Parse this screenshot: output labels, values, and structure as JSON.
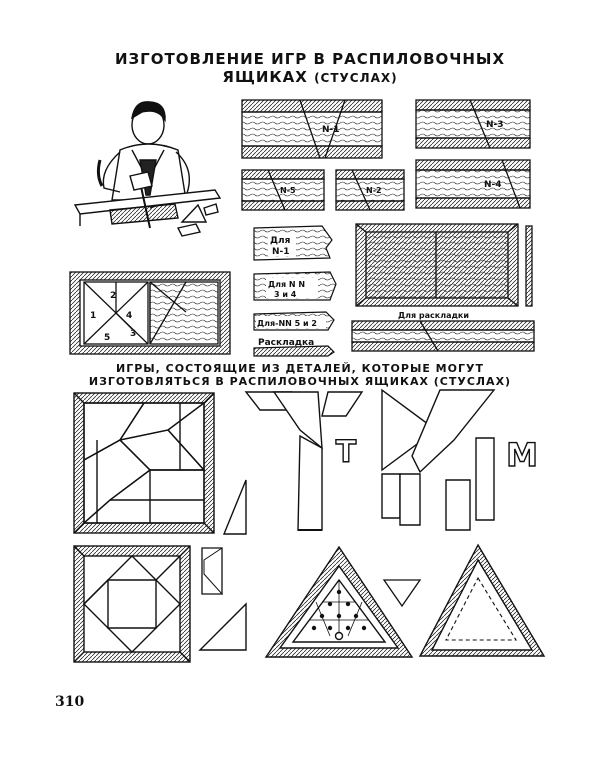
{
  "title": {
    "line1": "ИЗГОТОВЛЕНИЕ ИГР В РАСПИЛОВОЧНЫХ",
    "line2_main": "ЯЩИКАХ",
    "line2_paren": "(СТУСЛАХ)"
  },
  "box_labels": {
    "n1": "N-1",
    "n2": "N-2",
    "n3": "N-3",
    "n4": "N-4",
    "n5": "N-5"
  },
  "strip_labels": {
    "for_n1_a": "Для",
    "for_n1_b": "N-1",
    "for_nn34_a": "Для N N",
    "for_nn34_b": "3 и 4",
    "for_nn5_2": "Для-NN 5 и 2",
    "layout_strip": "Раскладка",
    "for_layout": "Для раскладки"
  },
  "square_numbers": [
    "1",
    "2",
    "3",
    "4",
    "5"
  ],
  "subtitle": {
    "line1": "ИГРЫ, СОСТОЯЩИЕ ИЗ ДЕТАЛЕЙ, КОТОРЫЕ МОГУТ",
    "line2": "ИЗГОТОВЛЯТЬСЯ В РАСПИЛОВОЧНЫХ ЯЩИКАХ (СТУСЛАХ)"
  },
  "letters": {
    "t": "Т",
    "m": "М"
  },
  "page_number": "310"
}
